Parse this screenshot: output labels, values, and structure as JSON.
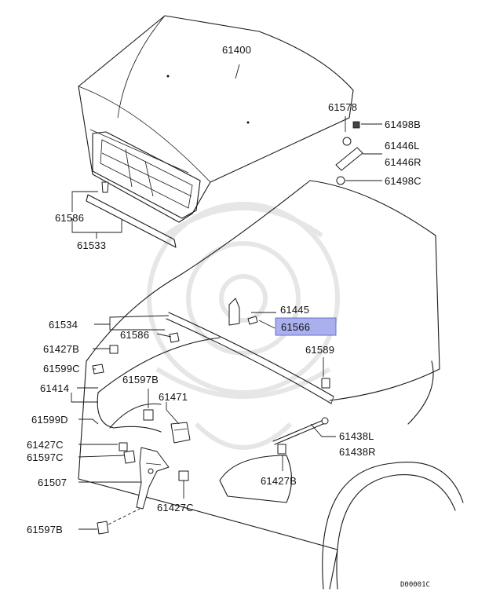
{
  "labels": {
    "l61400": "61400",
    "l61578": "61578",
    "l61498b": "61498B",
    "l61446l": "61446L",
    "l61446r": "61446R",
    "l61498c": "61498C",
    "l61586_top": "61586",
    "l61533": "61533",
    "l61445": "61445",
    "l61566": "61566",
    "l61534": "61534",
    "l61586_mid": "61586",
    "l61427b_left": "61427B",
    "l61599c": "61599C",
    "l61589": "61589",
    "l61414": "61414",
    "l61597b_mid": "61597B",
    "l61471": "61471",
    "l61599d": "61599D",
    "l61427c_left": "61427C",
    "l61597c": "61597C",
    "l61438l": "61438L",
    "l61438r": "61438R",
    "l61507": "61507",
    "l61427b_right": "61427B",
    "l61427c_bottom": "61427C",
    "l61597b_bottom": "61597B",
    "diagram_code": "D00001C"
  },
  "highlight_color": "#aab0ee"
}
